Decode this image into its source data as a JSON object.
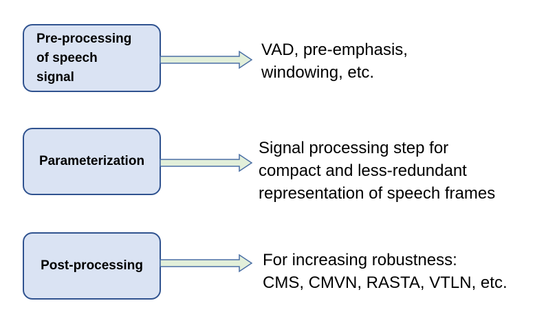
{
  "colors": {
    "box_fill": "#dae3f3",
    "box_border": "#2f528f",
    "arrow_fill": "#e2efda",
    "arrow_stroke": "#4a6fa5",
    "text": "#000000"
  },
  "steps": [
    {
      "box_lines": [
        "Pre-processing",
        "of speech",
        "signal"
      ],
      "desc_lines": [
        "VAD, pre-emphasis,",
        "windowing, etc."
      ]
    },
    {
      "box_lines": [
        "Parameterization"
      ],
      "desc_lines": [
        "Signal processing step for",
        "compact and less-redundant",
        "representation of speech frames"
      ]
    },
    {
      "box_lines": [
        "Post-processing"
      ],
      "desc_lines": [
        "For increasing robustness:",
        "CMS, CMVN, RASTA, VTLN, etc."
      ]
    }
  ]
}
